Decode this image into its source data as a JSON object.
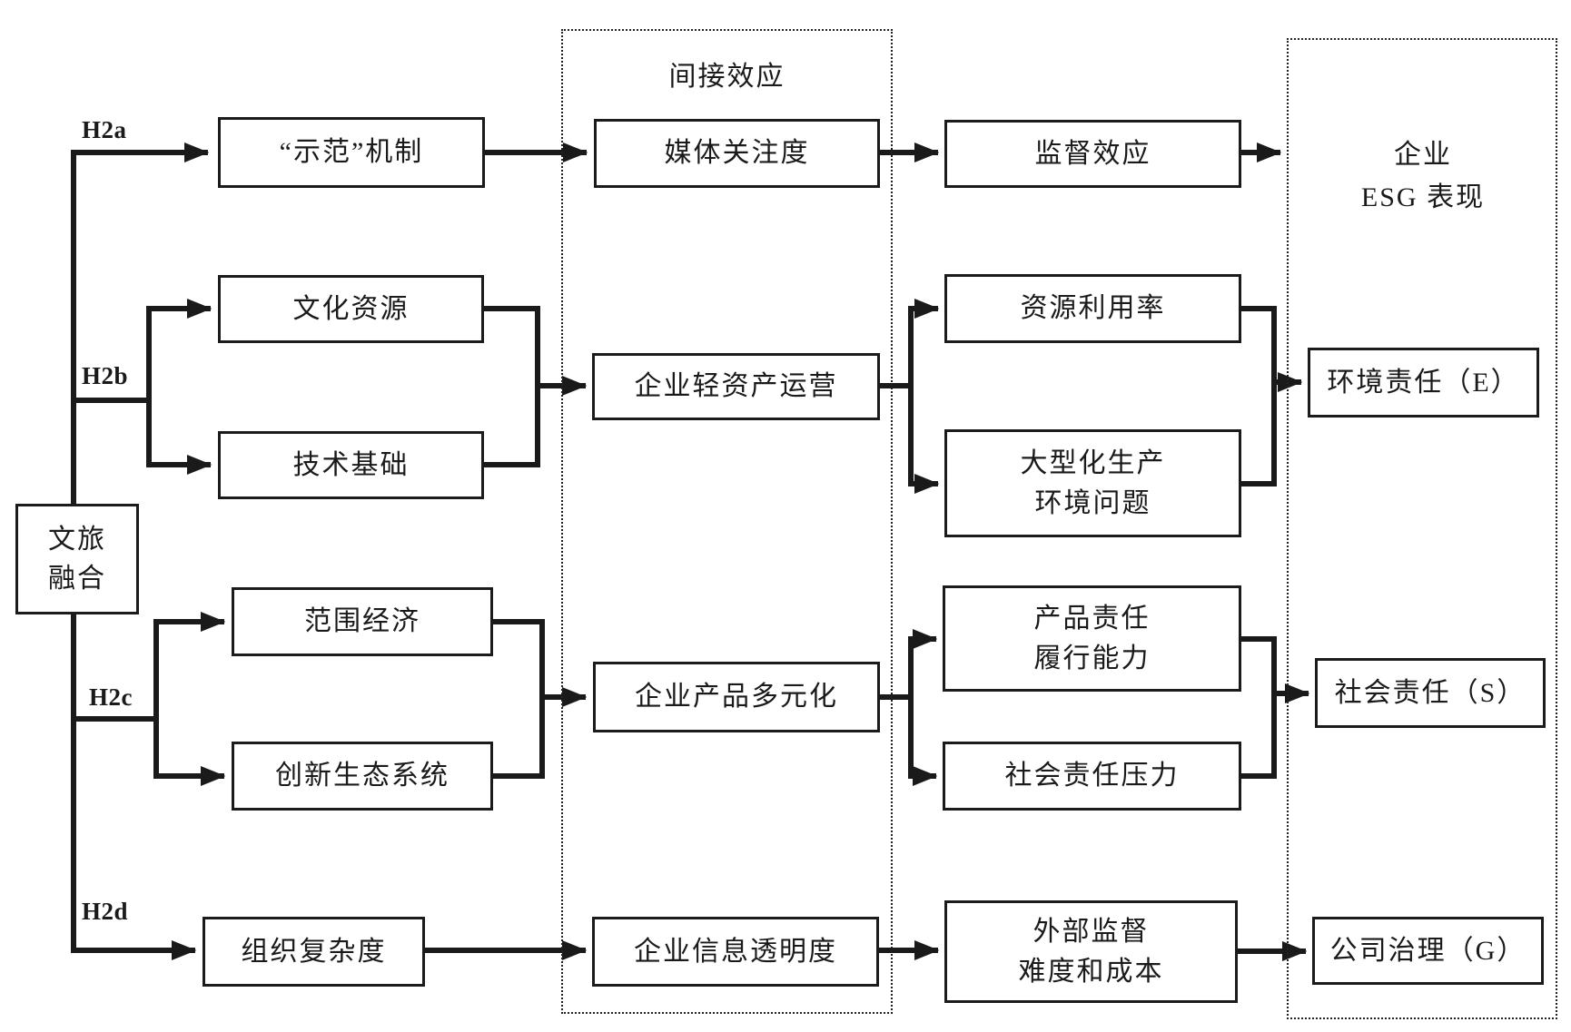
{
  "figure": {
    "source": {
      "label": "文旅\n融合"
    },
    "hypotheses": {
      "h2a": "H2a",
      "h2b": "H2b",
      "h2c": "H2c",
      "h2d": "H2d"
    },
    "groups": {
      "indirect_effect": "间接效应",
      "esg_performance": "企业\nESG 表现"
    },
    "nodes": {
      "shifan": "“示范”机制",
      "wenhua": "文化资源",
      "jishu": "技术基础",
      "fanwei": "范围经济",
      "chuangxin": "创新生态系统",
      "zuzhi": "组织复杂度",
      "meiti": "媒体关注度",
      "qingzichan": "企业轻资产运营",
      "duoyuan": "企业产品多元化",
      "touming": "企业信息透明度",
      "jiandu": "监督效应",
      "ziyuan": "资源利用率",
      "daxing": "大型化生产\n环境问题",
      "chanpin": "产品责任\n履行能力",
      "yali": "社会责任压力",
      "waibu": "外部监督\n难度和成本",
      "env": "环境责任（E）",
      "soc": "社会责任（S）",
      "gov": "公司治理（G）"
    },
    "colors": {
      "ink": "#1a1a1a",
      "background": "#ffffff"
    }
  }
}
